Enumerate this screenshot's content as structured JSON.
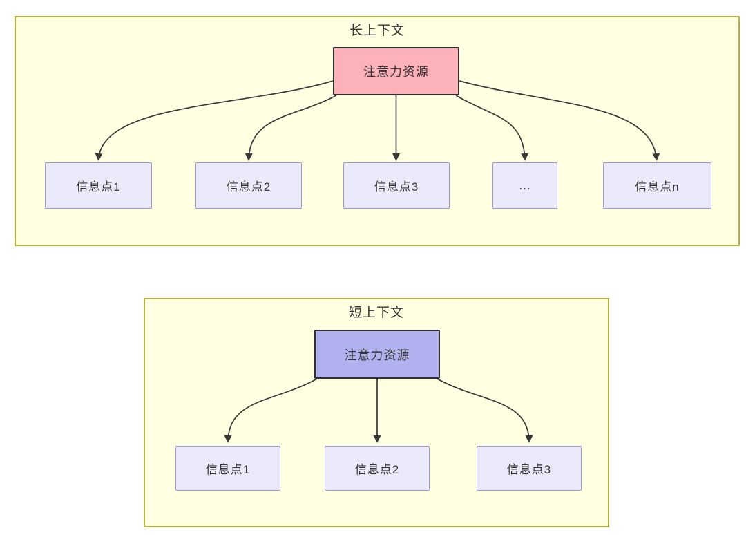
{
  "colors": {
    "container_fill": "#ffffe1",
    "container_border": "#b2b23e",
    "hub_long_fill": "#fdb2b9",
    "hub_short_fill": "#b1b1f0",
    "hub_border": "#2f2f2f",
    "node_fill": "#eaeafb",
    "node_border": "#a294d4",
    "arrow": "#383838",
    "text": "#333333"
  },
  "sections": [
    {
      "title": "长上下文",
      "hub": {
        "label": "注意力资源"
      },
      "nodes": [
        {
          "label": "信息点1"
        },
        {
          "label": "信息点2"
        },
        {
          "label": "信息点3"
        },
        {
          "label": "..."
        },
        {
          "label": "信息点n"
        }
      ]
    },
    {
      "title": "短上下文",
      "hub": {
        "label": "注意力资源"
      },
      "nodes": [
        {
          "label": "信息点1"
        },
        {
          "label": "信息点2"
        },
        {
          "label": "信息点3"
        }
      ]
    }
  ]
}
